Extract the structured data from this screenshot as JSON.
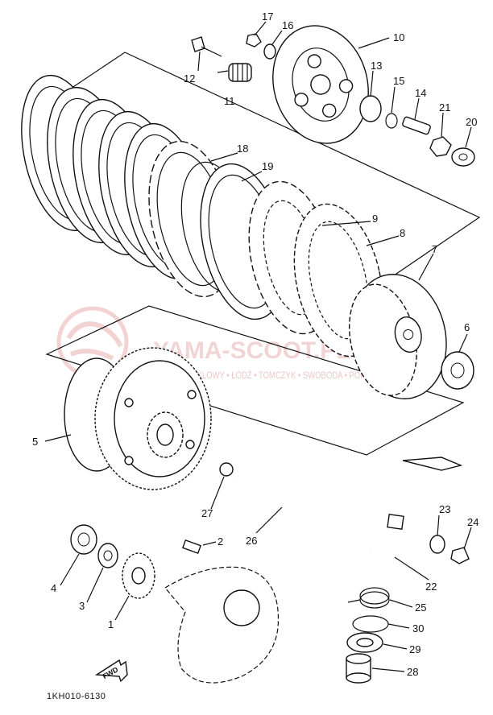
{
  "diagram": {
    "part_code": "1KH010-6130",
    "fwd_label": "FWD",
    "watermark": {
      "main": "YAMA-SCOOT.PL",
      "sub": "SKLEP MOTOCYKLOWY • ŁÓDŹ • TOMCZYK • SWOBODA • PORĘCZOWICZ • CZĘŚCI YAMAHA"
    },
    "callouts": [
      "1",
      "2",
      "3",
      "4",
      "5",
      "6",
      "7",
      "8",
      "9",
      "10",
      "11",
      "12",
      "13",
      "14",
      "15",
      "16",
      "17",
      "18",
      "19",
      "20",
      "21",
      "22",
      "23",
      "24",
      "25",
      "26",
      "27",
      "28",
      "29",
      "30"
    ]
  }
}
